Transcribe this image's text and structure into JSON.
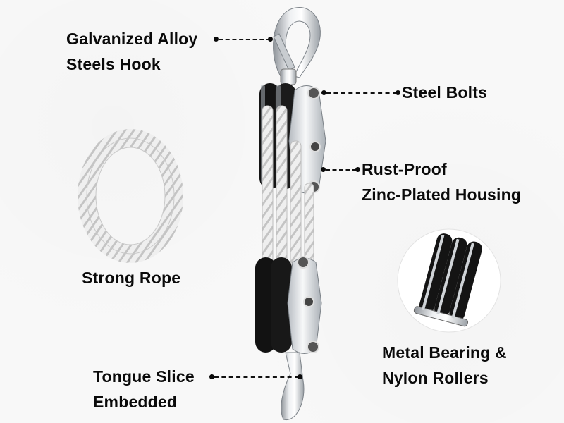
{
  "labels": {
    "hook": {
      "line1": "Galvanized Alloy",
      "line2": "Steels Hook"
    },
    "bolts": {
      "line1": "Steel Bolts"
    },
    "housing": {
      "line1": "Rust-Proof",
      "line2": "Zinc-Plated Housing"
    },
    "rope": {
      "line1": "Strong Rope"
    },
    "bearing": {
      "line1": "Metal Bearing &",
      "line2": "Nylon Rollers"
    },
    "tongue": {
      "line1": "Tongue Slice",
      "line2": "Embedded"
    }
  },
  "colors": {
    "background": "#f8f8f8",
    "text": "#0a0a0a",
    "steel": "#c9ccd0",
    "rope": "#e6e6e6",
    "sheave": "#111111"
  }
}
